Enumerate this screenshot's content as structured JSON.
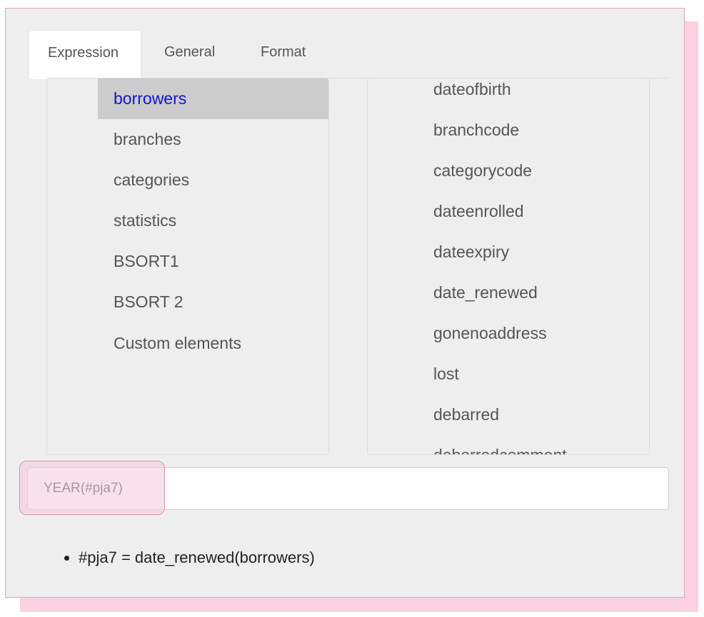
{
  "tabs": [
    {
      "label": "Expression",
      "active": true
    },
    {
      "label": "General",
      "active": false
    },
    {
      "label": "Format",
      "active": false
    }
  ],
  "left_list": {
    "items": [
      "borrowers",
      "branches",
      "categories",
      "statistics",
      "BSORT1",
      "BSORT 2",
      "Custom elements"
    ],
    "selected": "borrowers"
  },
  "right_list": {
    "items": [
      "dateofbirth",
      "branchcode",
      "categorycode",
      "dateenrolled",
      "dateexpiry",
      "date_renewed",
      "gonenoaddress",
      "lost",
      "debarred",
      "debarredcomment"
    ]
  },
  "expression": {
    "value": "YEAR(#pja7)"
  },
  "notes": [
    "#pja7 = date_renewed(borrowers)"
  ],
  "colors": {
    "selected_text": "#1414cc",
    "highlight": "#f4c8dc",
    "shadow": "#fdd0e2"
  }
}
